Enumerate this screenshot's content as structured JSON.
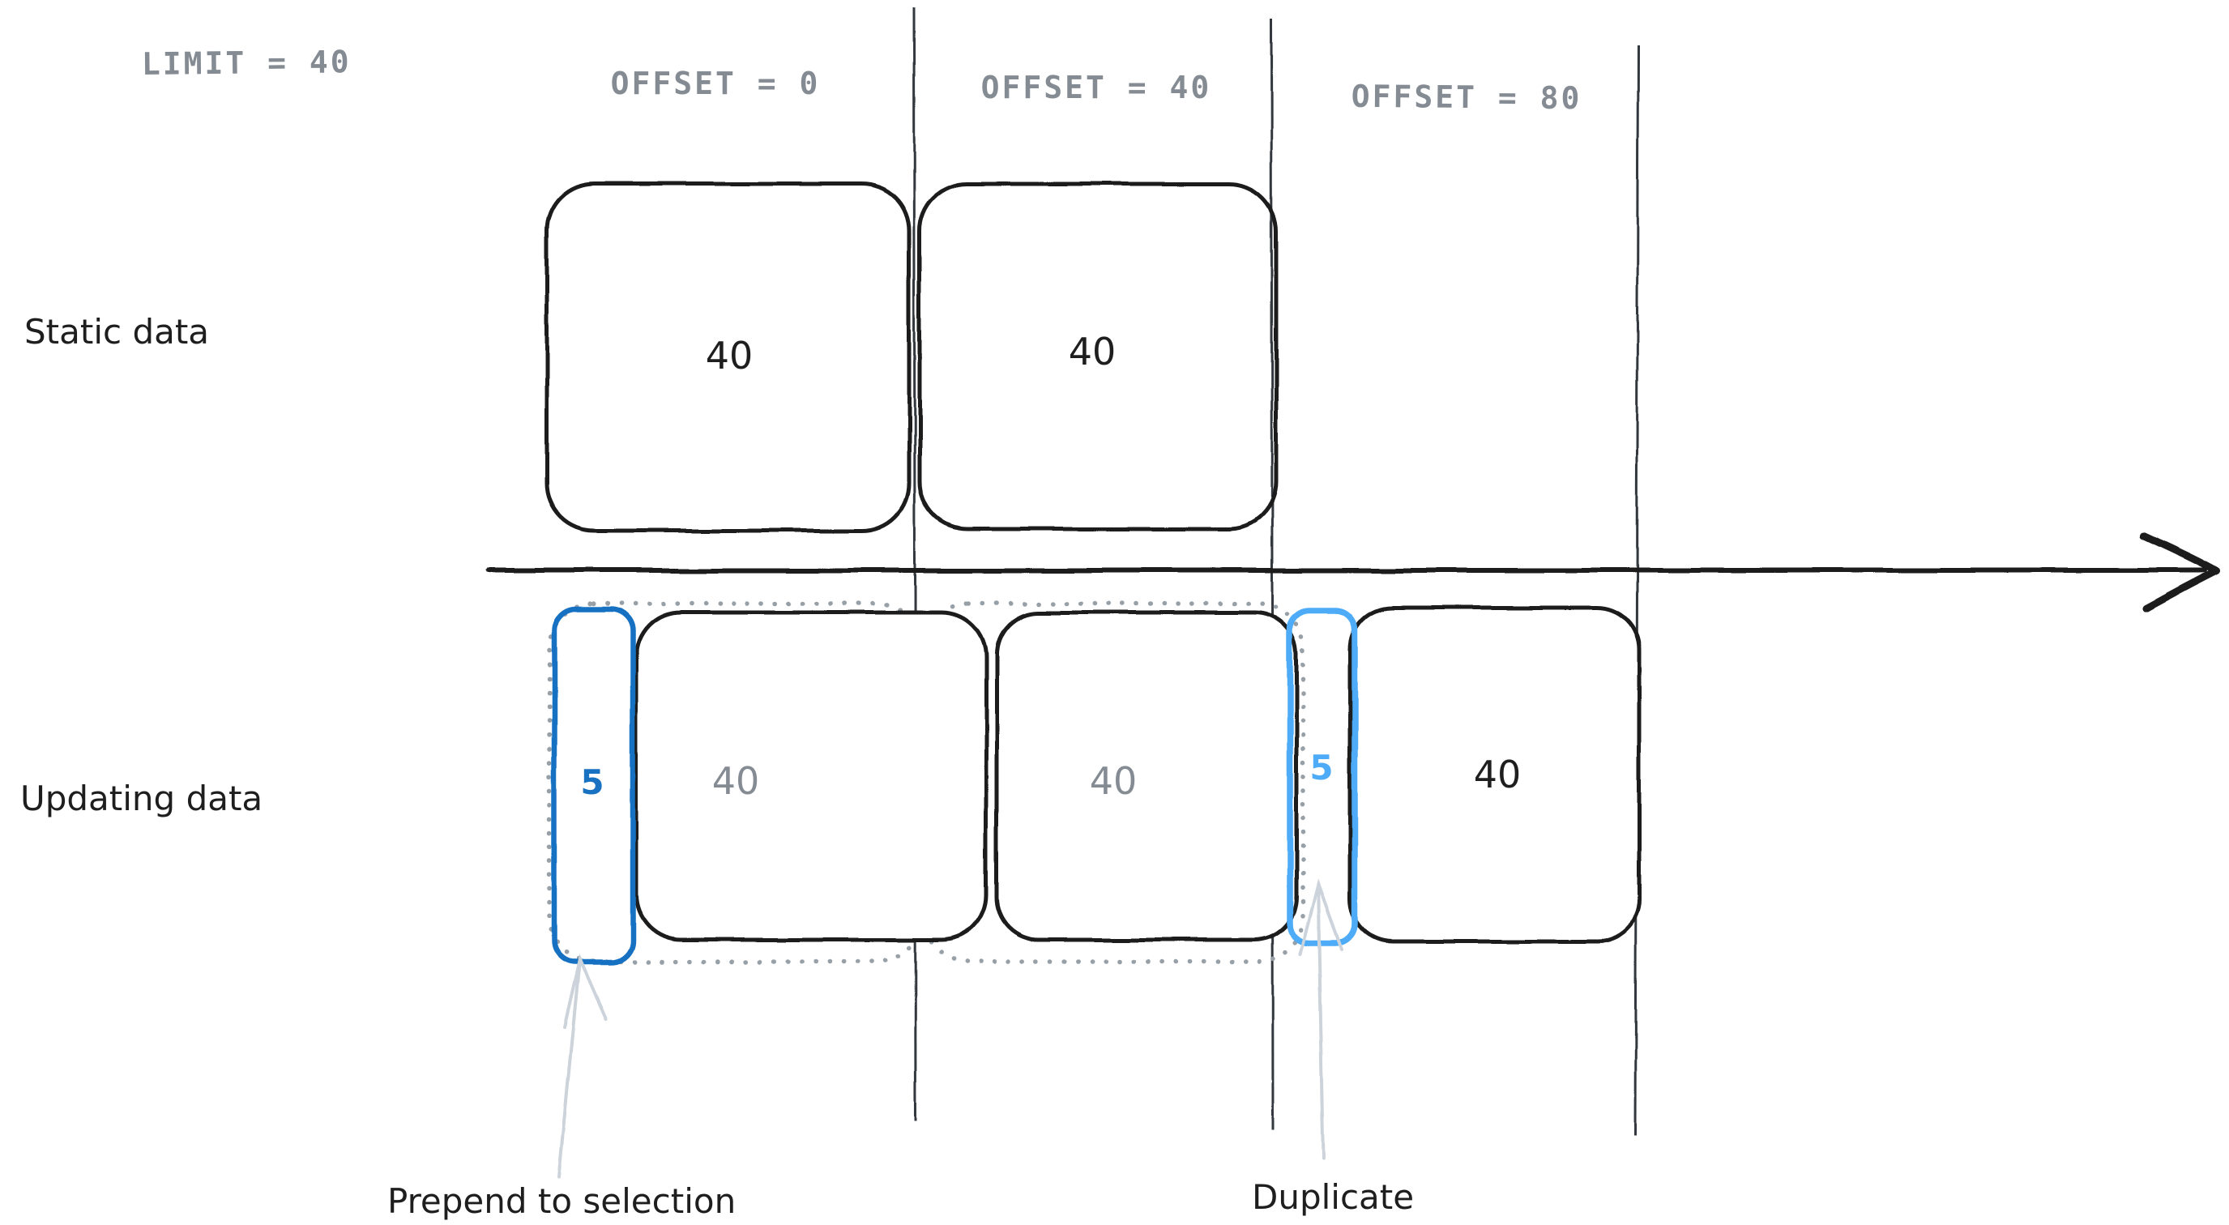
{
  "header": {
    "limit_label": "LIMIT = 40",
    "columns": [
      {
        "label": "OFFSET = 0"
      },
      {
        "label": "OFFSET = 40"
      },
      {
        "label": "OFFSET = 80"
      }
    ]
  },
  "row_labels": {
    "static": "Static data",
    "updating": "Updating data"
  },
  "static_row": {
    "pages": [
      {
        "count": "40"
      },
      {
        "count": "40"
      }
    ]
  },
  "updating_row": {
    "prepended_count": "5",
    "ghost_pages": [
      {
        "count": "40"
      },
      {
        "count": "40"
      }
    ],
    "duplicate_count": "5",
    "last_page_count": "40"
  },
  "annotations": {
    "prepend": "Prepend to selection",
    "duplicate": "Duplicate"
  },
  "colors": {
    "ink": "#1e1e1e",
    "muted": "#848b92",
    "blue_dark": "#1971c2",
    "blue_light": "#4dabf7",
    "dotted": "#98a0a7",
    "arrow_gray": "#ccd3da",
    "divider": "#30373e"
  }
}
